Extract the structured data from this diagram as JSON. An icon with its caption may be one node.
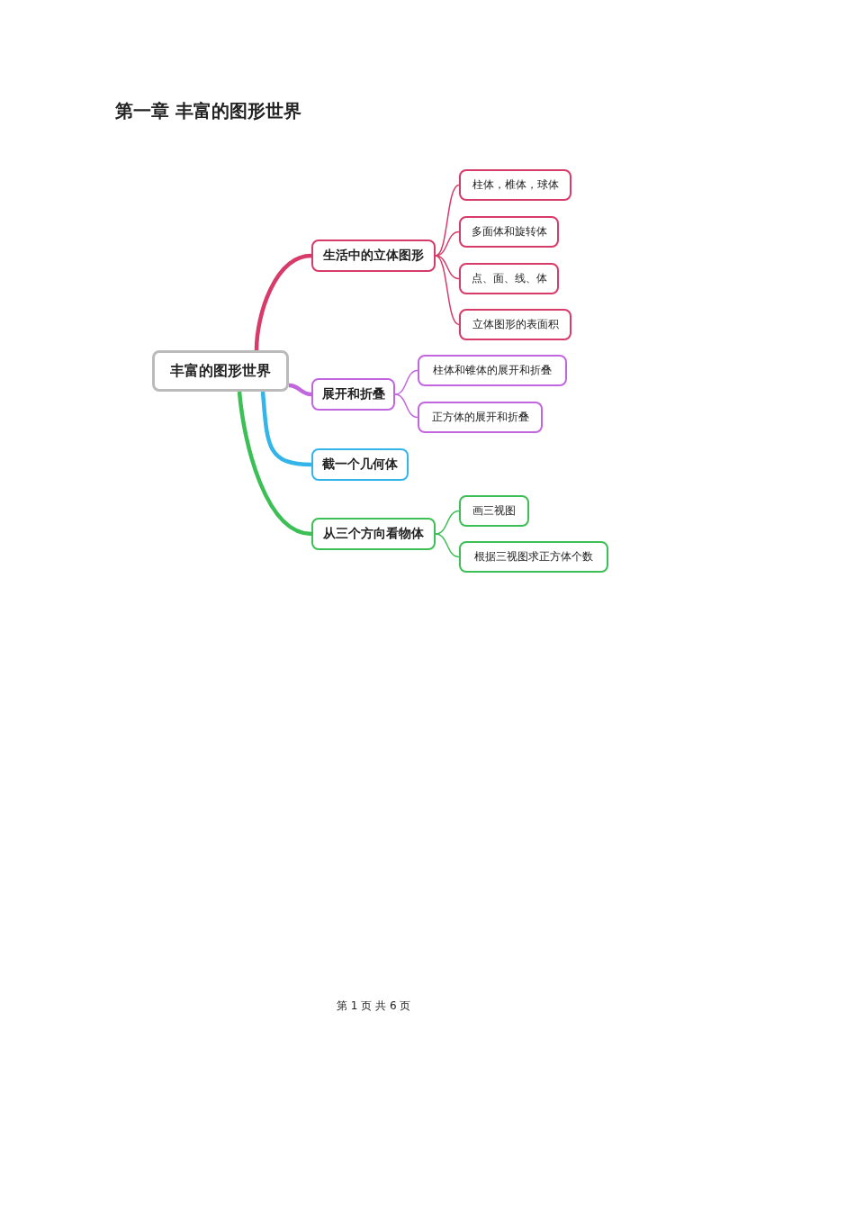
{
  "diagram": {
    "title": "第一章 丰富的图形世界",
    "nodes": [
      {
        "text": [
          "丰富的图形世界"
        ]
      },
      {
        "text": [
          "生活中的立体图形"
        ]
      },
      {
        "text": [
          "柱体，椎体，球体"
        ]
      },
      {
        "text": [
          "多面体和旋转体"
        ]
      },
      {
        "text": [
          "点、面、线、体"
        ]
      },
      {
        "text": [
          "立体图形的表面积"
        ]
      },
      {
        "text": [
          "展开和折叠"
        ]
      },
      {
        "text": [
          "柱体和锥体的展开和折叠"
        ]
      },
      {
        "text": [
          "正方体的展开和折叠"
        ]
      },
      {
        "text": [
          "截一个几何体"
        ]
      },
      {
        "text": [
          "从三个方向看物体"
        ]
      },
      {
        "text": [
          "画三视图"
        ]
      },
      {
        "text": [
          "根据三视图求正方体个数"
        ]
      }
    ],
    "edges": [
      {
        "from": 0,
        "to": 1,
        "arrow": "none",
        "style": "thick"
      },
      {
        "from": 1,
        "to": 2,
        "arrow": "none"
      },
      {
        "from": 1,
        "to": 3,
        "arrow": "none"
      },
      {
        "from": 1,
        "to": 4,
        "arrow": "none"
      },
      {
        "from": 1,
        "to": 5,
        "arrow": "none"
      },
      {
        "from": 0,
        "to": 6,
        "arrow": "none",
        "style": "thick",
        "color": "#c266e0"
      },
      {
        "from": 6,
        "to": 7,
        "arrow": "none",
        "color": "#c266e0"
      },
      {
        "from": 6,
        "to": 8,
        "arrow": "none",
        "color": "#c266e0"
      },
      {
        "from": 0,
        "to": 9,
        "arrow": "none",
        "style": "thick",
        "color": "#33b5ea"
      },
      {
        "from": 0,
        "to": 10,
        "arrow": "none",
        "style": "thick",
        "color": "#3cbf55"
      },
      {
        "from": 10,
        "to": 11,
        "arrow": "none",
        "color": "#3cbf55"
      },
      {
        "from": 10,
        "to": 12,
        "arrow": "none",
        "color": "#3cbf55"
      }
    ],
    "labels": [
      "第 1 页 共 6 页"
    ]
  }
}
